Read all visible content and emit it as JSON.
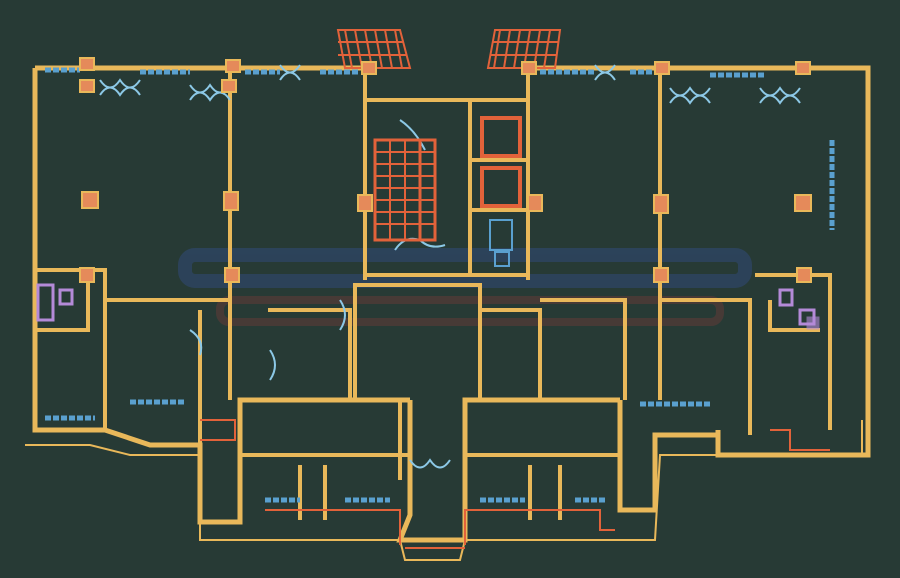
{
  "drawing": {
    "kind": "architectural floor plan",
    "text_labels": [],
    "watermark": {
      "present": true,
      "legible": false
    },
    "palette": {
      "background": "#273a35",
      "walls": "#e9b85a",
      "windows": "#5aa0cf",
      "door_swings": "#8cc8e6",
      "stairs": "#e2623a",
      "column_fill": "#e58a5a",
      "fixtures": "#b48ad8",
      "watermark": "#314a78"
    }
  },
  "units": {
    "symmetric": true,
    "count": 2
  },
  "stair_core": {
    "stair_flights": 2,
    "elevator_shafts": 2
  },
  "balconies": {
    "hatched_top_count": 2
  }
}
